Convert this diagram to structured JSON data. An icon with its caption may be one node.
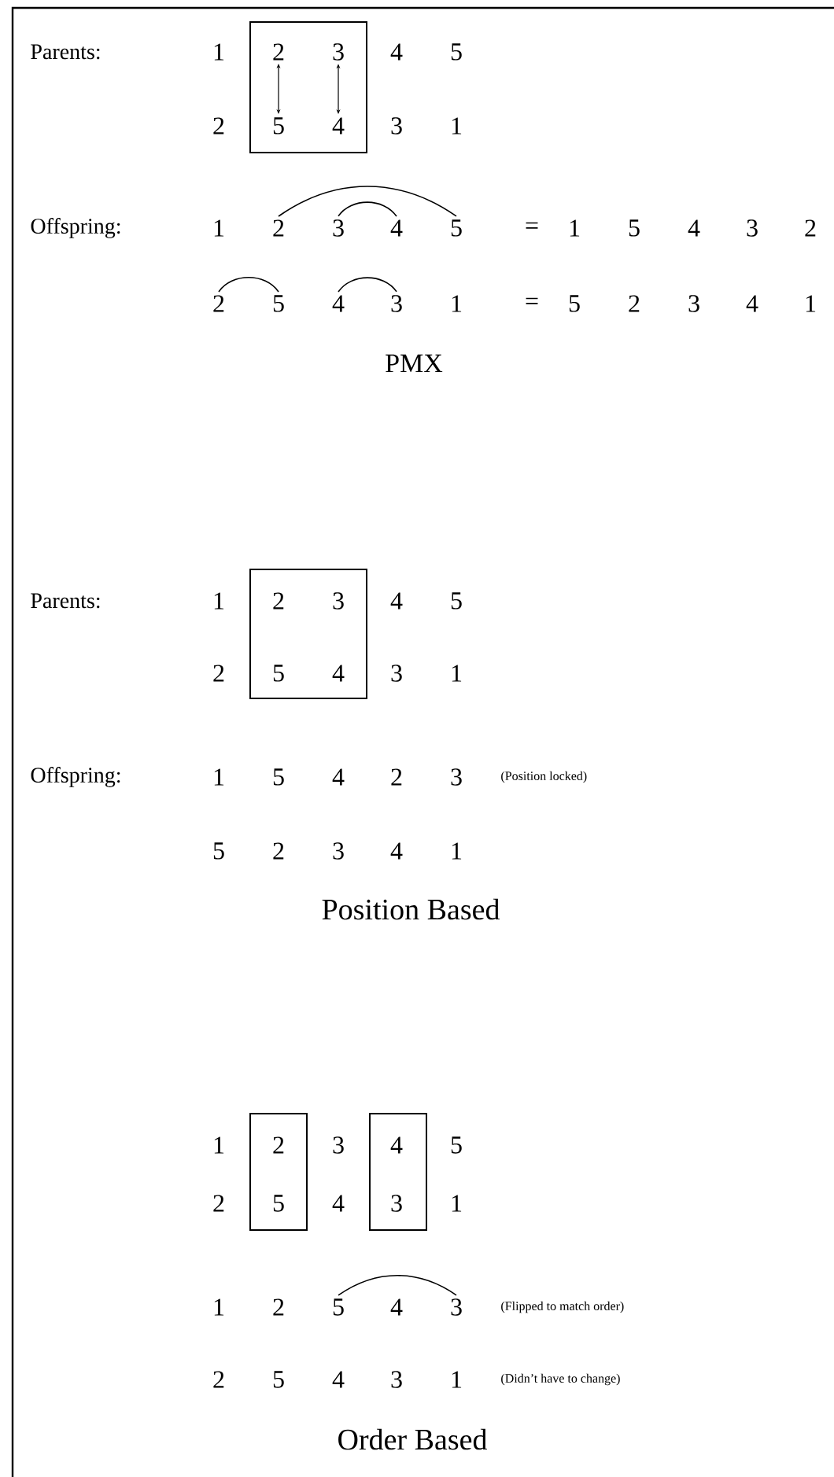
{
  "diagram": {
    "nodes": [
      {
        "text": [
          "1"
        ]
      },
      {
        "text": [],
        "shape": "box"
      },
      {
        "text": [
          "2"
        ],
        "in": 1
      },
      {
        "text": [
          "3"
        ],
        "in": 1
      },
      {
        "text": [
          "4"
        ]
      },
      {
        "text": [
          "5"
        ]
      },
      {
        "text": [
          "2"
        ]
      },
      {
        "text": [
          "5"
        ],
        "in": 1
      },
      {
        "text": [
          "4"
        ],
        "in": 1
      },
      {
        "text": [
          "3"
        ]
      },
      {
        "text": [
          "1"
        ]
      },
      {
        "text": [
          "1"
        ]
      },
      {
        "text": [
          "2"
        ]
      },
      {
        "text": [
          "3"
        ]
      },
      {
        "text": [
          "4"
        ]
      },
      {
        "text": [
          "5"
        ]
      },
      {
        "text": [
          "2"
        ]
      },
      {
        "text": [
          "5"
        ]
      },
      {
        "text": [
          "4"
        ]
      },
      {
        "text": [
          "3"
        ]
      },
      {
        "text": [
          "1"
        ]
      },
      {
        "text": [
          "1"
        ]
      },
      {
        "text": [],
        "shape": "box"
      },
      {
        "text": [
          "2"
        ],
        "in": 22
      },
      {
        "text": [
          "3"
        ],
        "in": 22
      },
      {
        "text": [
          "4"
        ]
      },
      {
        "text": [
          "5"
        ]
      },
      {
        "text": [
          "2"
        ]
      },
      {
        "text": [
          "5"
        ],
        "in": 22
      },
      {
        "text": [
          "4"
        ],
        "in": 22
      },
      {
        "text": [
          "3"
        ]
      },
      {
        "text": [
          "1"
        ]
      },
      {
        "text": [
          "1"
        ]
      },
      {
        "text": [
          "5"
        ]
      },
      {
        "text": [
          "4"
        ]
      },
      {
        "text": [
          "2"
        ]
      },
      {
        "text": [
          "3"
        ]
      },
      {
        "text": [
          "5"
        ]
      },
      {
        "text": [
          "2"
        ]
      },
      {
        "text": [
          "3"
        ]
      },
      {
        "text": [
          "4"
        ]
      },
      {
        "text": [
          "1"
        ]
      },
      {
        "text": [
          "1"
        ]
      },
      {
        "text": [],
        "shape": "box"
      },
      {
        "text": [
          "2"
        ],
        "in": 43
      },
      {
        "text": [
          "3"
        ]
      },
      {
        "text": [],
        "shape": "box"
      },
      {
        "text": [
          "4"
        ],
        "in": 46
      },
      {
        "text": [
          "5"
        ]
      },
      {
        "text": [
          "2"
        ]
      },
      {
        "text": [
          "5"
        ],
        "in": 43
      },
      {
        "text": [
          "4"
        ]
      },
      {
        "text": [
          "3"
        ],
        "in": 46
      },
      {
        "text": [
          "1"
        ]
      },
      {
        "text": [
          "1"
        ]
      },
      {
        "text": [
          "2"
        ]
      },
      {
        "text": [
          "5"
        ]
      },
      {
        "text": [
          "4"
        ]
      },
      {
        "text": [
          "3"
        ]
      },
      {
        "text": [
          "2"
        ]
      },
      {
        "text": [
          "5"
        ]
      },
      {
        "text": [
          "4"
        ]
      },
      {
        "text": [
          "3"
        ]
      },
      {
        "text": [
          "1"
        ]
      }
    ],
    "edges": [
      {
        "from": 2,
        "to": 7,
        "arrow": "both"
      },
      {
        "from": 3,
        "to": 8,
        "arrow": "both"
      },
      {
        "from": 12,
        "to": 15,
        "arrow": "none"
      },
      {
        "from": 13,
        "to": 14,
        "arrow": "none"
      },
      {
        "from": 16,
        "to": 17,
        "arrow": "none"
      },
      {
        "from": 18,
        "to": 19,
        "arrow": "none"
      },
      {
        "from": 56,
        "to": 58,
        "arrow": "none"
      }
    ],
    "labels": [
      "Parents:",
      "Offspring:",
      "=",
      "1",
      "5",
      "4",
      "3",
      "2",
      "=",
      "5",
      "2",
      "3",
      "4",
      "1",
      "PMX",
      "Parents:",
      "Offspring:",
      "(Position locked)",
      "Position Based",
      "(Flipped to match order)",
      "(Didn’t have to change)",
      "Order Based"
    ]
  }
}
